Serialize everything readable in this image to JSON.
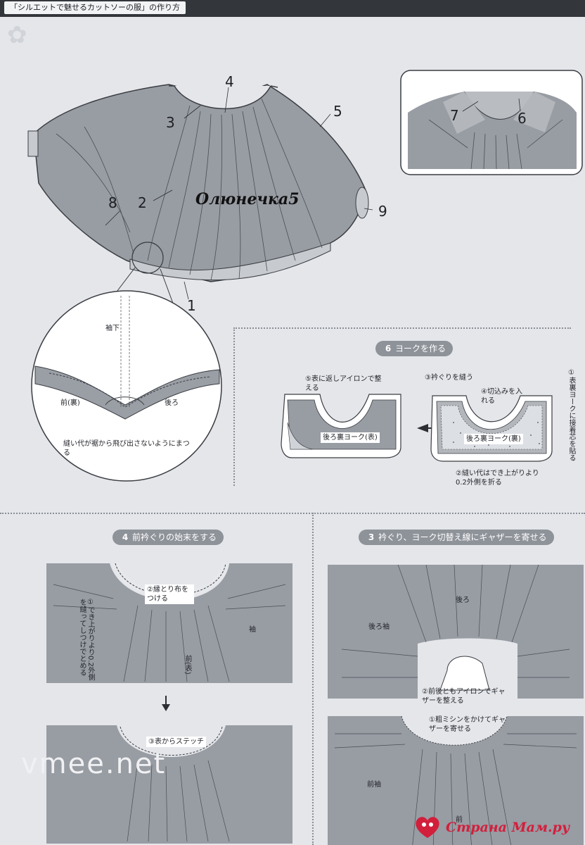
{
  "header": {
    "title": "「シルエットで魅せるカットソーの服」の作り方"
  },
  "main_figure": {
    "labels": [
      "1",
      "2",
      "3",
      "4",
      "5",
      "6",
      "7",
      "8",
      "9"
    ],
    "watermark": "Олюнечка5",
    "detail": {
      "under_arm": "袖下",
      "front": "前(裏)",
      "back": "後ろ",
      "note": "縫い代が裾から飛び出さないようにまつる"
    }
  },
  "step6": {
    "number": "6",
    "title": "ヨークを作る",
    "left_note": "⑤表に返しアイロンで整える",
    "left_piece": "後ろ裏ヨーク(表)",
    "right_piece": "後ろ裏ヨーク(裏)",
    "sew_note": "③衿ぐりを縫う",
    "clip_note": "④切込みを入れる",
    "side_note": "①表裏ヨークに接着芯を貼る",
    "fold_note": "②縫い代はでき上がりより0.2外側を折る"
  },
  "step4": {
    "number": "4",
    "title": "前衿ぐりの始末をする",
    "bias_note": "②縁とり布をつける",
    "left_note": "①でき上がりより0.2外側を縫ってしつけでとめる",
    "sleeve": "袖",
    "front": "前(表)",
    "stitch_note": "③表からステッチ"
  },
  "step3": {
    "number": "3",
    "title": "衿ぐり、ヨーク切替え線にギャザーを寄せる",
    "back": "後ろ",
    "back_sleeve": "後ろ袖",
    "iron_note": "②前後ともアイロンでギャザーを整える",
    "machine_note": "①粗ミシンをかけてギャザーを寄せる",
    "front_sleeve": "前袖",
    "front": "前"
  },
  "watermarks": {
    "site": "vmee.net",
    "brand": "Страна Мам.ру"
  },
  "colors": {
    "garment": "#989ca3",
    "garment_light": "#b9bcc1",
    "panel": "#dcdfe3",
    "brand": "#d21f3c"
  }
}
